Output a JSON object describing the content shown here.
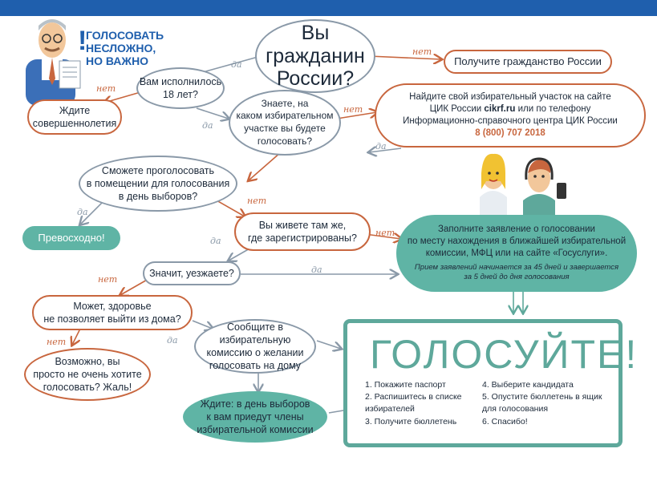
{
  "header": {
    "title_line1": "ГОЛОСОВАТЬ НЕСЛОЖНО,",
    "title_line2": "НО ВАЖНО",
    "exclamation": "!"
  },
  "colors": {
    "blue": "#1f5fad",
    "orange": "#c8663e",
    "teal": "#5ea89b",
    "grey": "#8a99a8"
  },
  "nodes": {
    "citizen_q": "Вы гражданин\nРоссии?",
    "get_citizenship": "Получите гражданство России",
    "age_q": "Вам исполнилось\n18 лет?",
    "wait_adult": "Ждите\nсовершеннолетия",
    "station_q": "Знаете, на\nкаком избирательном\nучастке вы будете\nголосовать?",
    "find_station_pre": "Найдите свой избирательный участок на сайте\nЦИК России ",
    "find_station_site": "cikrf.ru",
    "find_station_post": " или по телефону\nИнформационно-справочного центра ЦИК России",
    "find_station_phone": "8 (800) 707 2018",
    "premises_q": "Сможете проголосовать\nв помещении для голосования\nв день выборов?",
    "excellent": "Превосходно!",
    "live_q": "Вы живете там же,\nгде зарегистрированы?",
    "apply_text": "Заполните заявление о голосовании\nпо месту нахождения в ближайшей избирательной\nкомиссии, МФЦ или на сайте «Госуслуги».",
    "apply_note": "Прием заявлений начинается за 45 дней и завершается\nза 5 дней до дня голосования",
    "leaving_q": "Значит, уезжаете?",
    "health_q": "Может, здоровье\nне позволяет выйти из дома?",
    "notify": "Сообщите в избирательную\nкомиссию о желании\nголосовать на дому",
    "dont_want": "Возможно, вы\nпросто не очень хотите\nголосовать? Жаль!",
    "wait_home": "Ждите: в день выборов\nк вам приедут члены\nизбирательной комиссии"
  },
  "labels": {
    "yes": "да",
    "no": "нет"
  },
  "vote": {
    "title": "ГОЛОСУЙТЕ!",
    "steps_left": [
      "1. Покажите паспорт",
      "2. Распишитесь в списке\n    избирателей",
      "3. Получите бюллетень"
    ],
    "steps_right": [
      "4. Выберите кандидата",
      "5. Опустите бюллетень в ящик\n    для голосования",
      "6. Спасибо!"
    ]
  },
  "icons": [
    "official-figure-icon",
    "woman-figure-icon",
    "operator-figure-icon"
  ]
}
